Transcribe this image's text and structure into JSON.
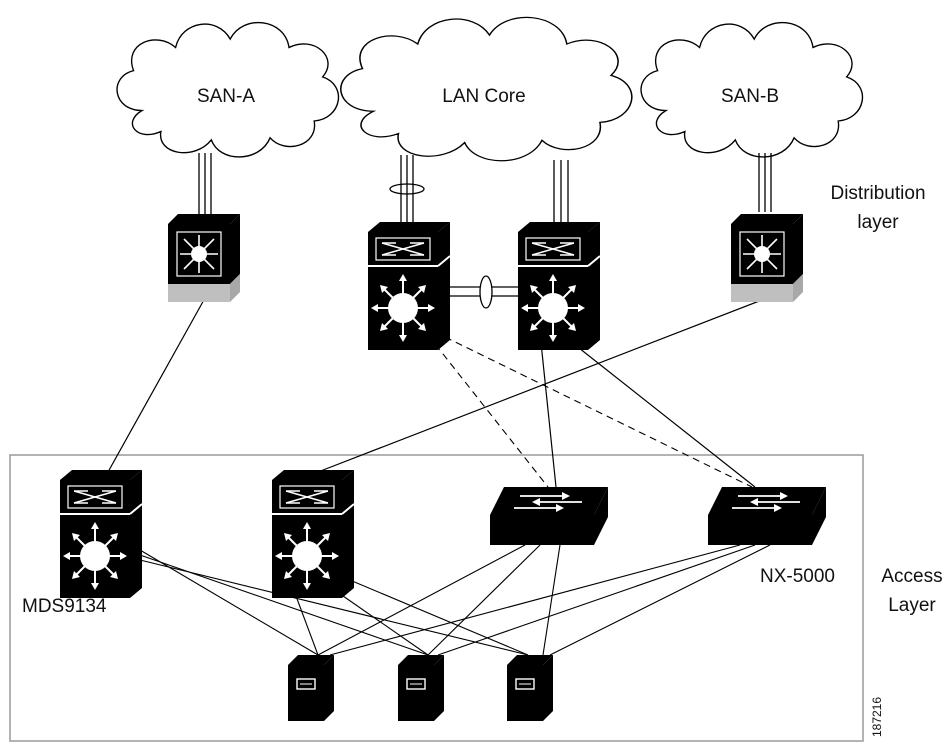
{
  "clouds": {
    "san_a": "SAN-A",
    "lan_core": "LAN Core",
    "san_b": "SAN-B"
  },
  "layers": {
    "distribution_line1": "Distribution",
    "distribution_line2": "layer",
    "access_line1": "Access",
    "access_line2": "Layer"
  },
  "devices": {
    "mds_label": "MDS9134",
    "nx_label": "NX-5000"
  },
  "figure_id": "187216",
  "colors": {
    "device_black": "#000000",
    "device_gray": "#bfbfbf",
    "line": "#000000",
    "frame": "#9a9a9a"
  }
}
